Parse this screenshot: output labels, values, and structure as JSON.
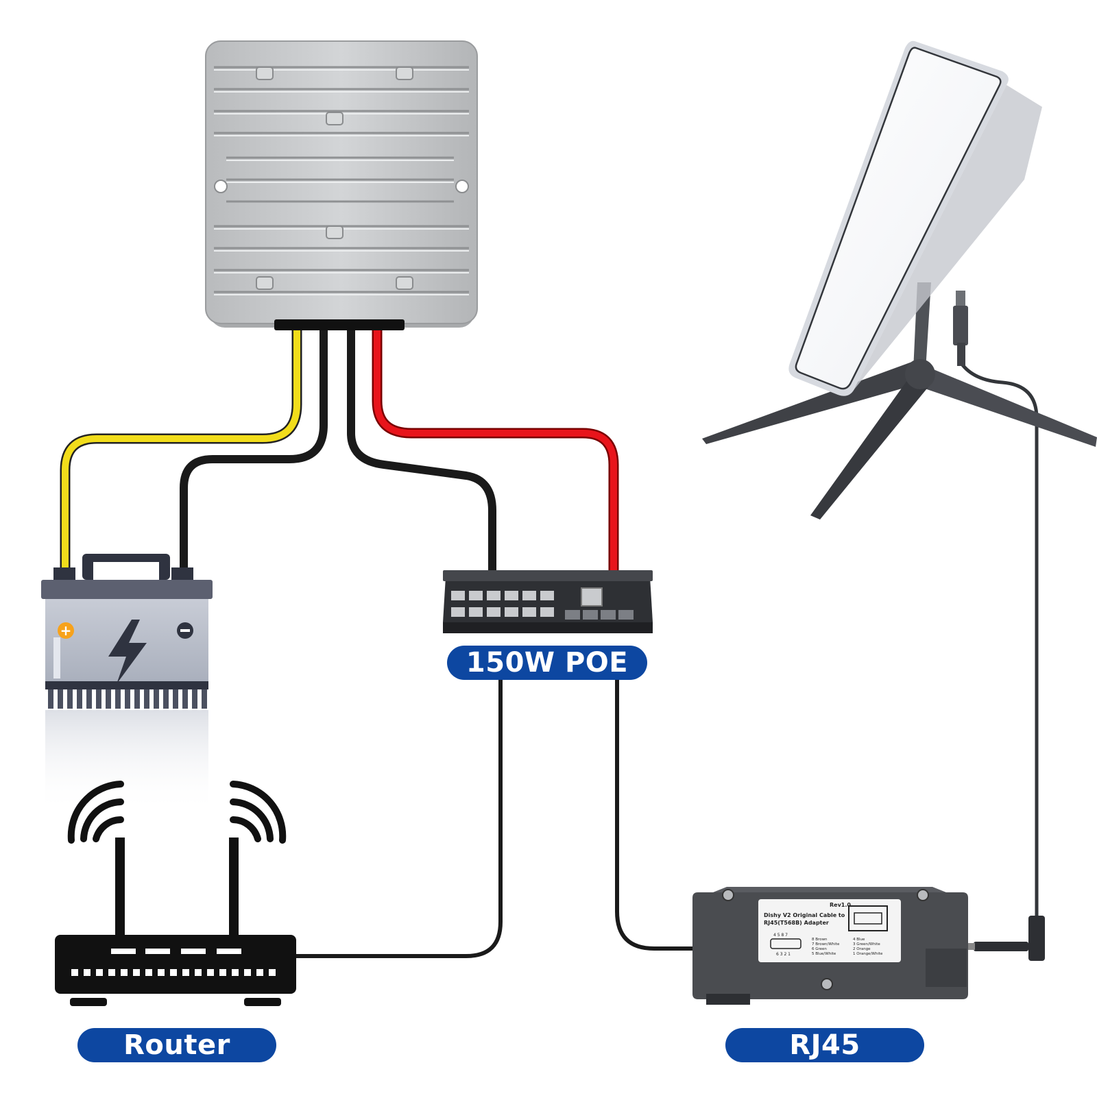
{
  "labels": {
    "poe": "150W POE",
    "router": "Router",
    "rj45": "RJ45"
  },
  "adapter_label": {
    "rev": "Rev1.0",
    "title_line1": "Dishy V2 Original Cable to",
    "title_line2": "RJ45(T568B) Adapter",
    "pins_left": [
      "8 Brown",
      "7 Brown/White",
      "6 Green",
      "5 Blue/White"
    ],
    "pins_right": [
      "4 Blue",
      "3 Green/White",
      "2 Orange",
      "1 Orange/White"
    ],
    "pin_numbers_top": "4 5  8 7",
    "pin_numbers_bottom": "6 3 2 1"
  },
  "colors": {
    "label_bg": "#0d47a1",
    "wire_yellow": "#f2dd1b",
    "wire_red": "#e8141b",
    "wire_black": "#1a1a1a",
    "converter": "#c4c6c8",
    "device_dark": "#4a4c50"
  },
  "icons": [
    "dc-converter-icon",
    "battery-icon",
    "poe-switch-icon",
    "router-icon",
    "satellite-dish-icon",
    "rj45-adapter-icon"
  ]
}
